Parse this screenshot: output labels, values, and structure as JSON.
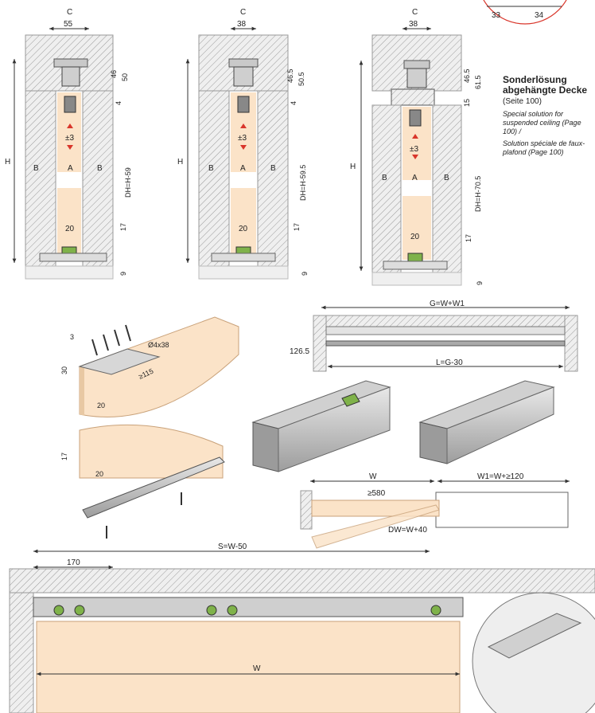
{
  "colors": {
    "wood": "#fbe3c8",
    "wall": "#e6e6e6",
    "hatch": "#9a9a9a",
    "profile": "#c9c9c9",
    "green": "#7fb24a",
    "arrow": "#d9362b",
    "circle": "#d9362b"
  },
  "icons": {
    "screw": "screw-icon",
    "roller": "roller-icon",
    "arrow": "red-arrow-icon"
  },
  "circle_detail": {
    "left": "33",
    "right": "34"
  },
  "section1": {
    "c": "C",
    "c_val": "55",
    "h": "H",
    "dims": [
      "46",
      "50",
      "4"
    ],
    "dh": "DH=H-59",
    "b": "B",
    "a": "A",
    "tol": "±3",
    "w20": "20",
    "d17": "17",
    "d9": "9"
  },
  "section2": {
    "c": "C",
    "c_val": "38",
    "h": "H",
    "dims": [
      "46.5",
      "50.5",
      "4"
    ],
    "dh": "DH=H-59.5",
    "b": "B",
    "a": "A",
    "tol": "±3",
    "w20": "20",
    "d17": "17",
    "d9": "9"
  },
  "section3": {
    "c": "C",
    "c_val": "38",
    "h": "H",
    "dims": [
      "46.5",
      "61.5",
      "15"
    ],
    "dh": "DH=H-70.5",
    "b": "B",
    "a": "A",
    "tol": "±3",
    "w20": "20",
    "d17": "17",
    "d9": "9"
  },
  "note": {
    "title_de": "Sonderlösung abgehängte Decke",
    "page_de": "(Seite 100)",
    "en": "Special solution for suspended ceiling (Page 100) /",
    "fr": "Solution spéciale de faux-plafond (Page 100)"
  },
  "iso_detail": {
    "d3": "3",
    "drill": "Ø4x38",
    "spacing": "≥115",
    "d30": "30",
    "d20a": "20",
    "d17": "17",
    "d20b": "20"
  },
  "track_view": {
    "g": "G=W+W1",
    "h": "126.5",
    "l": "L=G-30"
  },
  "plan_view": {
    "w": "W",
    "w1": "W1=W+≥120",
    "min": "≥580",
    "dw": "DW=W+40"
  },
  "bottom_view": {
    "s": "S=W-50",
    "d170": "170",
    "w": "W"
  }
}
